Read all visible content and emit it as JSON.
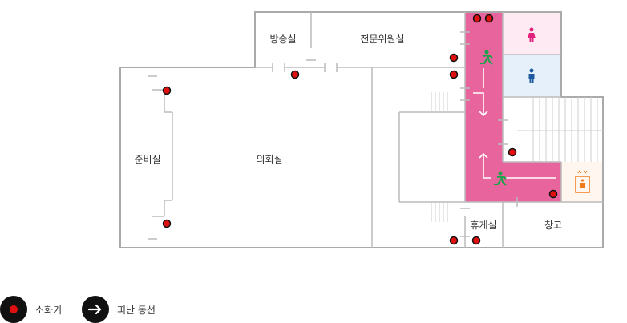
{
  "rooms": {
    "broadcast": "방송실",
    "committee": "전문위원실",
    "prep": "준비실",
    "council": "의회실",
    "lounge": "휴게실",
    "storage": "창고"
  },
  "legend": {
    "extinguisher": "소화기",
    "evacuation": "피난 동선"
  },
  "colors": {
    "corridor": "#e8649c",
    "womens_room": "#fdeaf2",
    "mens_room": "#e6f0fa",
    "extinguisher": "#e01010",
    "exit_sign": "#1aa34a",
    "elevator": "#f07a1a",
    "walls": "#aaaaaa"
  },
  "icons": {
    "womens_restroom": "female-restroom-icon",
    "mens_restroom": "male-restroom-icon",
    "emergency_exit": "running-exit-icon",
    "elevator": "elevator-icon",
    "fire_extinguisher": "fire-extinguisher-icon",
    "evacuation_route": "arrow-right-icon"
  }
}
